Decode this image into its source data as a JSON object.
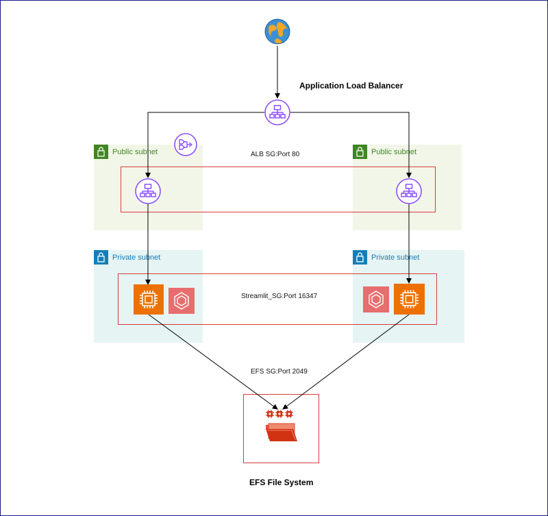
{
  "title_alb": "Application Load Balancer",
  "public_subnet_left": "Public subnet",
  "public_subnet_right": "Public subnet",
  "private_subnet_left": "Private subnet",
  "private_subnet_right": "Private subnet",
  "alb_sg": "ALB SG:Port 80",
  "streamlit_sg": "Streamlit_SG:Port 16347",
  "efs_sg": "EFS SG:Port 2049",
  "efs_title": "EFS File System",
  "colors": {
    "public_bg": "#f2f6e8",
    "public_label": "#3f8624",
    "private_bg": "#e6f4f4",
    "private_label": "#147eba",
    "sg_border": "#d63b3b",
    "alb_purple": "#8c4fff",
    "ec2_orange": "#ed7100",
    "ecs_red": "#e76e6e"
  }
}
